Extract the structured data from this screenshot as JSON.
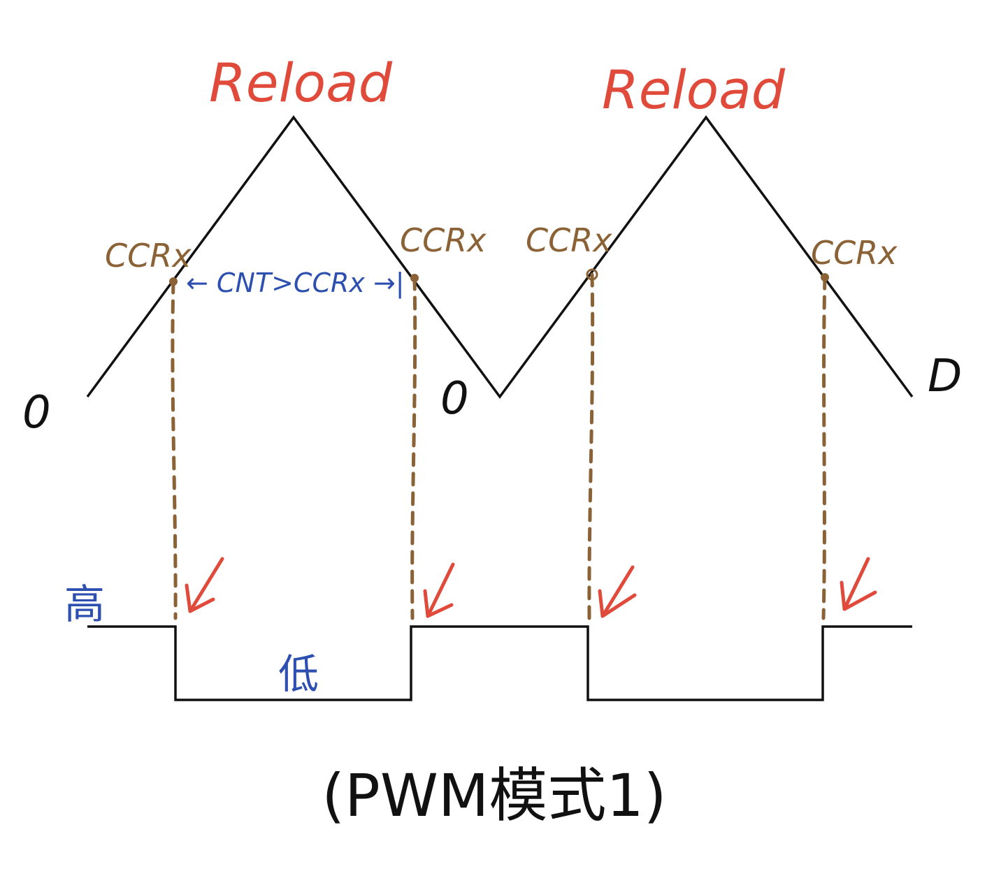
{
  "labels": {
    "reload": "Reload",
    "ccrx": "CCRx",
    "zero_1": "0",
    "zero_2": "0",
    "zero_3": "D",
    "cnt_compare": "← CNT>CCRx →|",
    "high": "高",
    "low": "低",
    "title": "(PWM模式1)"
  },
  "colors": {
    "triangle": "#111111",
    "pwm": "#111111",
    "reload_text": "#e04a3a",
    "arrows": "#e04a3a",
    "ccrx_markers": "#8a6236",
    "annotation": "#2d4fb0"
  }
}
